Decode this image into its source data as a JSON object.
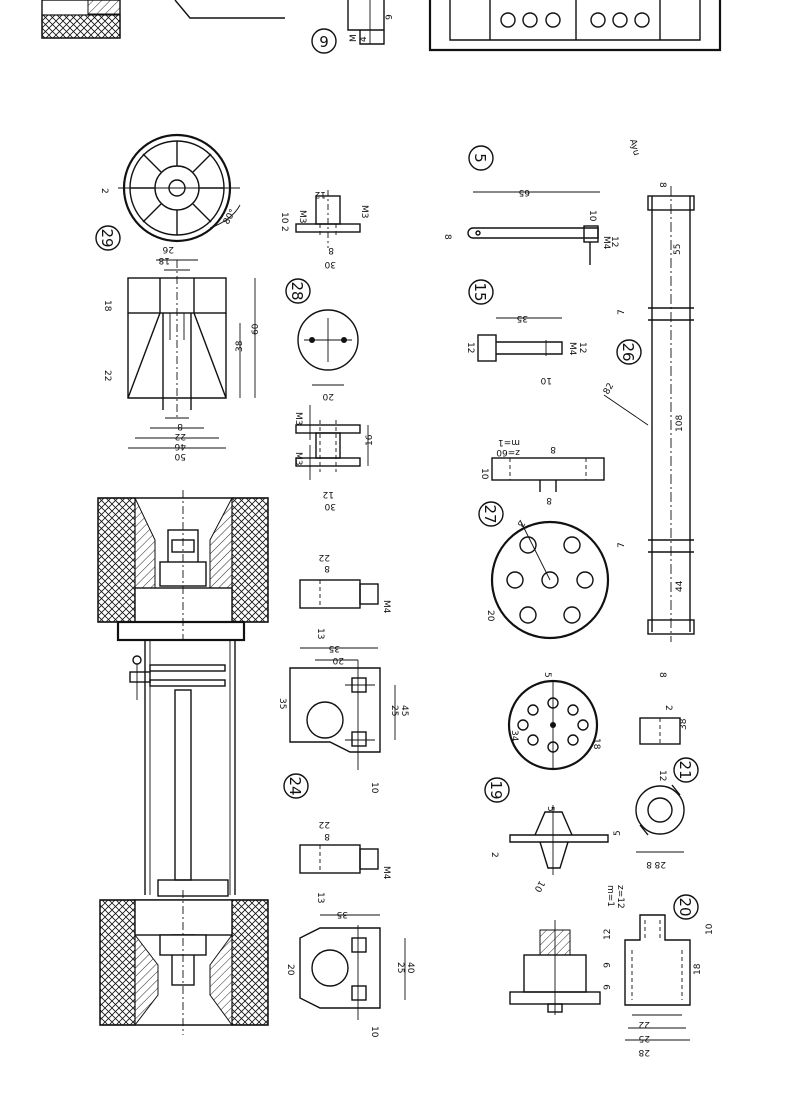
{
  "part_numbers": [
    "9",
    "29",
    "28",
    "5",
    "15",
    "26",
    "27",
    "24",
    "19",
    "21",
    "20"
  ],
  "dimensions": {
    "p29": [
      "2",
      "18",
      "26",
      "18",
      "22",
      "38",
      "60",
      "8",
      "22",
      "46",
      "50",
      "80°"
    ],
    "p28": [
      "12",
      "M3",
      "M3",
      "10",
      "2",
      "8",
      "30",
      "20",
      "M3",
      "M3",
      "16",
      "12",
      "30"
    ],
    "p5": [
      "65",
      "10",
      "8",
      "M4",
      "12"
    ],
    "p15": [
      "35",
      "12",
      "M4",
      "12",
      "10"
    ],
    "p26": [
      "8",
      "55",
      "7",
      "82",
      "108",
      "7",
      "44",
      "8"
    ],
    "p27": [
      "m=1",
      "z=60",
      "8",
      "10",
      "8",
      "3",
      "20"
    ],
    "p24": [
      "22",
      "8",
      "M4",
      "13",
      "35",
      "20",
      "35",
      "25",
      "45",
      "10",
      "22",
      "8",
      "M4",
      "13",
      "35",
      "20",
      "25",
      "40",
      "10"
    ],
    "p19": [
      "5",
      "34",
      "18",
      "5",
      "5",
      "2",
      "10"
    ],
    "p21": [
      "2",
      "38",
      "12",
      "8",
      "28"
    ],
    "p20": [
      "m=1",
      "z=12",
      "10",
      "12",
      "9",
      "9",
      "18",
      "22",
      "25",
      "28"
    ],
    "misc": [
      "M",
      "4",
      "9"
    ]
  },
  "signature_text": "Ayu"
}
